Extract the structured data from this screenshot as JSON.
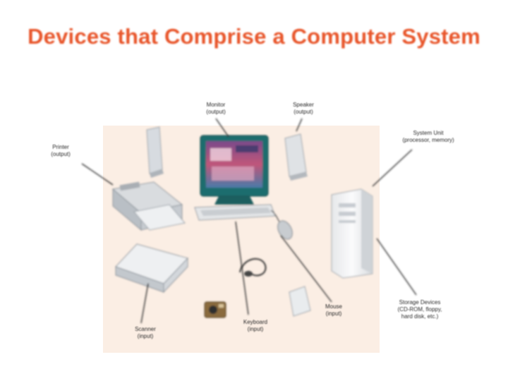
{
  "title": "Devices that Comprise a Computer System",
  "labels": {
    "monitor": {
      "name": "Monitor",
      "role": "(output)"
    },
    "speaker": {
      "name": "Speaker",
      "role": "(output)"
    },
    "printer": {
      "name": "Printer",
      "role": "(output)"
    },
    "system_unit": {
      "name": "System Unit",
      "role": "(processor, memory)"
    },
    "scanner": {
      "name": "Scanner",
      "role": "(input)"
    },
    "keyboard": {
      "name": "Keyboard",
      "role": "(input)"
    },
    "mouse": {
      "name": "Mouse",
      "role": "(input)"
    },
    "storage": {
      "name": "Storage Devices",
      "role": "(CD-ROM, floppy,",
      "role2": "hard disk, etc.)"
    }
  },
  "colors": {
    "title": "#e8552a",
    "panel_background": "#fbeee4",
    "leader_line": "#333333"
  }
}
